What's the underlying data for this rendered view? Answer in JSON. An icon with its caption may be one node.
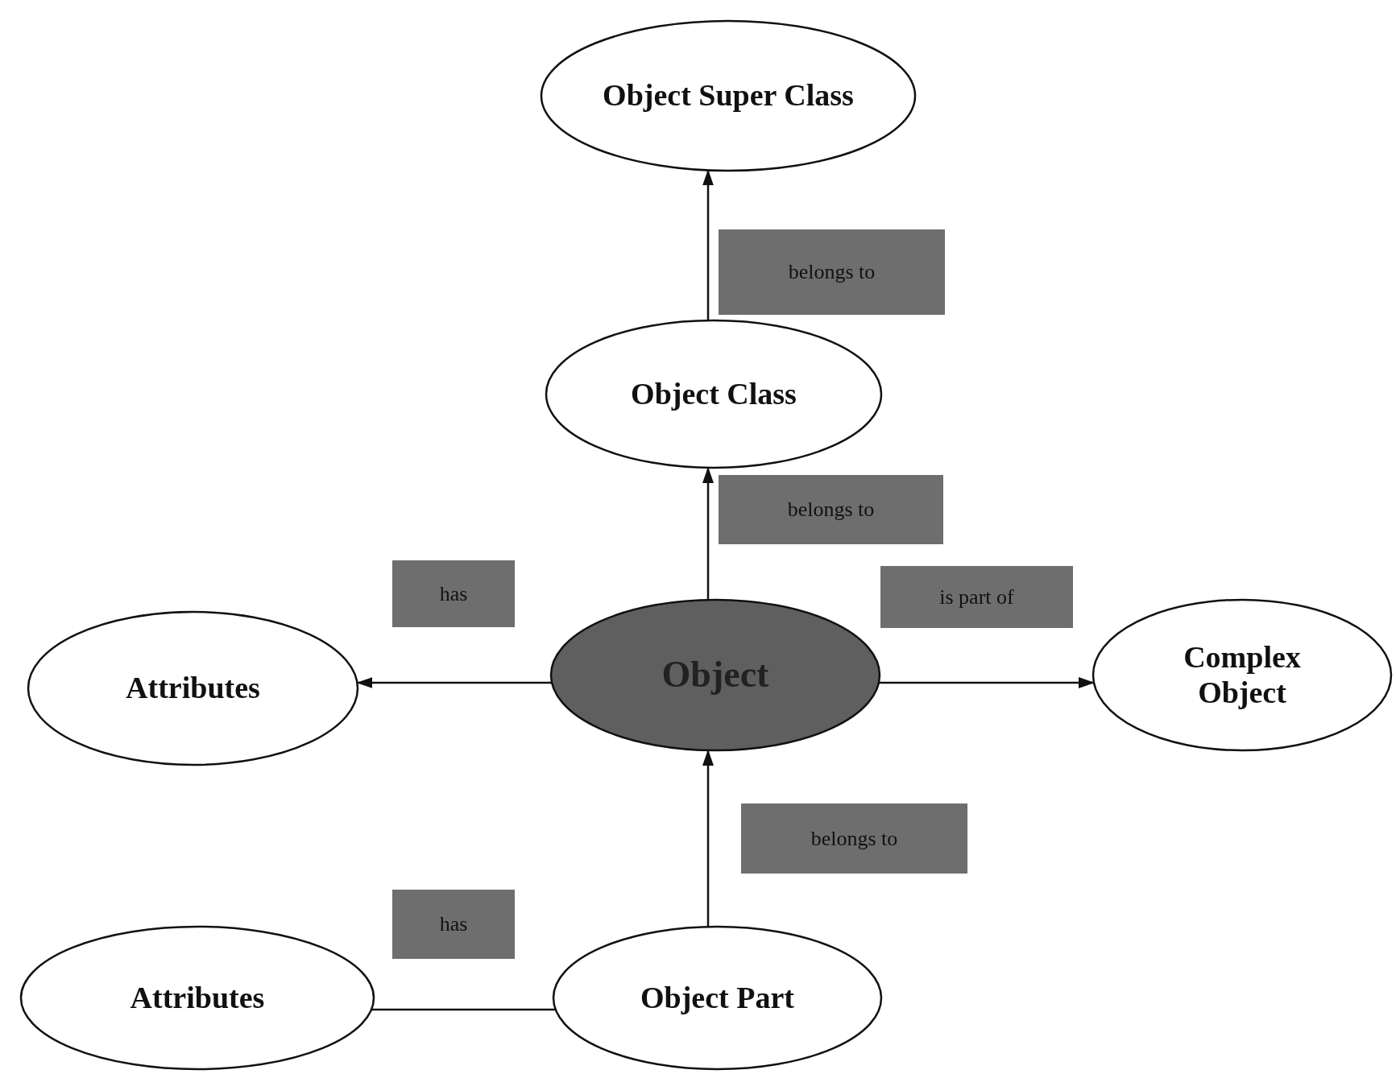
{
  "diagram": {
    "nodes": [
      {
        "text": [
          "Object Super Class"
        ]
      },
      {
        "text": [
          "Object Class"
        ]
      },
      {
        "text": [
          "Attributes"
        ]
      },
      {
        "text": [
          "Object"
        ]
      },
      {
        "text": [
          "Complex Object"
        ]
      },
      {
        "text": [
          "Attributes"
        ]
      },
      {
        "text": [
          "Object Part"
        ]
      }
    ],
    "edges": [
      {
        "from": 1,
        "to": 0,
        "arrow": "to",
        "label": "belongs to"
      },
      {
        "from": 3,
        "to": 1,
        "arrow": "to",
        "label": "belongs to"
      },
      {
        "from": 3,
        "to": 2,
        "arrow": "to",
        "label": "has"
      },
      {
        "from": 3,
        "to": 4,
        "arrow": "to",
        "label": "is part of"
      },
      {
        "from": 6,
        "to": 3,
        "arrow": "to",
        "label": "belongs to"
      },
      {
        "from": 5,
        "to": 6,
        "arrow": "none",
        "label": "has"
      }
    ]
  }
}
